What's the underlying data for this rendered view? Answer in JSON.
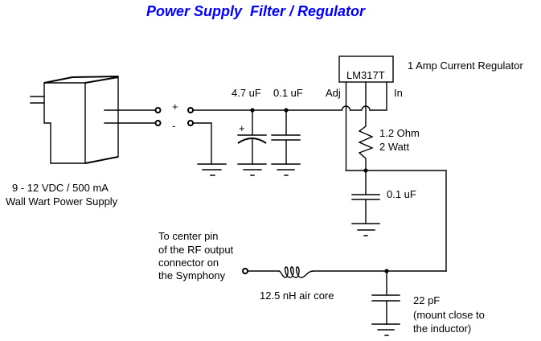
{
  "title": "Power Supply  Filter / Regulator",
  "colors": {
    "title": "#0000FF",
    "line": "#000000",
    "background": "#FFFFFF"
  },
  "power_supply": {
    "label_line1": "9 - 12 VDC / 500 mA",
    "label_line2": "Wall Wart Power Supply"
  },
  "terminals": {
    "plus": "+",
    "minus": "-"
  },
  "capacitors": {
    "c1": "4.7 uF",
    "c1_polarity": "+",
    "c2": "0.1 uF",
    "c3": "0.1 uF",
    "c4_lines": [
      "22 pF",
      "(mount close to",
      "the inductor)"
    ]
  },
  "regulator": {
    "part": "LM317T",
    "description": "1 Amp Current Regulator",
    "pin_adj": "Adj",
    "pin_in": "In"
  },
  "resistor": {
    "line1": "1.2 Ohm",
    "line2": "2 Watt"
  },
  "inductor": {
    "label": "12.5 nH air core"
  },
  "output_note": {
    "lines": [
      "To center pin",
      "of the RF output",
      "connector on",
      "the Symphony"
    ]
  }
}
